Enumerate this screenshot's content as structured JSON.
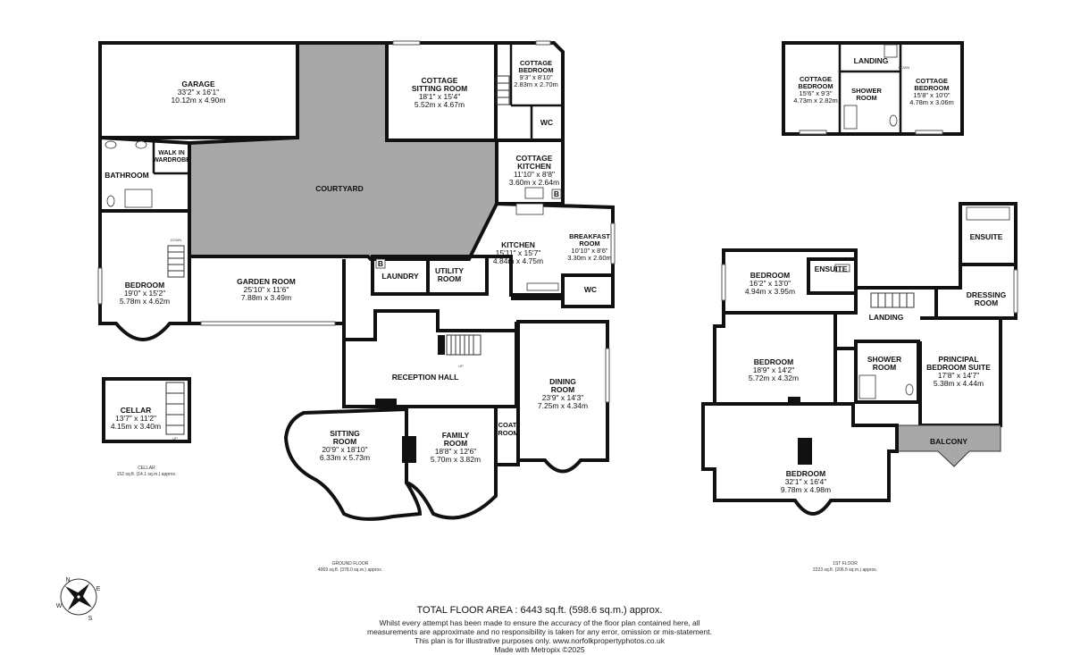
{
  "rooms": {
    "garage": {
      "name": "GARAGE",
      "imperial": "33'2\" x 16'1\"",
      "metric": "10.12m x 4.90m"
    },
    "cottage_sitting": {
      "name1": "COTTAGE",
      "name2": "SITTING ROOM",
      "imperial": "18'1\" x 15'4\"",
      "metric": "5.52m x 4.67m"
    },
    "cottage_bedroom_gf": {
      "name1": "COTTAGE",
      "name2": "BEDROOM",
      "imperial": "9'3\" x 8'10\"",
      "metric": "2.83m x 2.70m"
    },
    "wc_cottage": {
      "name": "WC"
    },
    "cottage_kitchen": {
      "name1": "COTTAGE",
      "name2": "KITCHEN",
      "imperial": "11'10\" x 8'8\"",
      "metric": "3.60m x 2.64m"
    },
    "courtyard": {
      "name": "COURTYARD"
    },
    "walk_in_wardrobe": {
      "name1": "WALK IN",
      "name2": "WARDROBE"
    },
    "bathroom": {
      "name": "BATHROOM"
    },
    "bedroom_gf": {
      "name": "BEDROOM",
      "imperial": "19'0\" x 15'2\"",
      "metric": "5.78m x 4.62m"
    },
    "garden_room": {
      "name": "GARDEN ROOM",
      "imperial": "25'10\" x 11'6\"",
      "metric": "7.88m x 3.49m"
    },
    "laundry": {
      "name": "LAUNDRY"
    },
    "utility": {
      "name1": "UTILITY",
      "name2": "ROOM"
    },
    "kitchen": {
      "name": "KITCHEN",
      "imperial": "15'11\" x 15'7\"",
      "metric": "4.84m x 4.75m"
    },
    "breakfast": {
      "name1": "BREAKFAST",
      "name2": "ROOM",
      "imperial": "10'10\" x 8'6\"",
      "metric": "3.30m x 2.60m"
    },
    "wc_main": {
      "name": "WC"
    },
    "reception_hall": {
      "name": "RECEPTION HALL"
    },
    "dining": {
      "name1": "DINING",
      "name2": "ROOM",
      "imperial": "23'9\" x 14'3\"",
      "metric": "7.25m x 4.34m"
    },
    "sitting": {
      "name1": "SITTING",
      "name2": "ROOM",
      "imperial": "20'9\" x 18'10\"",
      "metric": "6.33m x 5.73m"
    },
    "family": {
      "name1": "FAMILY",
      "name2": "ROOM",
      "imperial": "18'8\" x 12'6\"",
      "metric": "5.70m x 3.82m"
    },
    "coat_room": {
      "name1": "COAT-",
      "name2": "ROOM"
    },
    "cellar": {
      "name": "CELLAR",
      "imperial": "13'7\" x 11'2\"",
      "metric": "4.15m x 3.40m"
    },
    "cottage_bedroom_1": {
      "name1": "COTTAGE",
      "name2": "BEDROOM",
      "imperial": "15'6\" x 9'3\"",
      "metric": "4.73m x 2.82m"
    },
    "landing_cottage": {
      "name": "LANDING"
    },
    "shower_cottage": {
      "name1": "SHOWER",
      "name2": "ROOM"
    },
    "cottage_bedroom_2": {
      "name1": "COTTAGE",
      "name2": "BEDROOM",
      "imperial": "15'8\" x 10'0\"",
      "metric": "4.78m x 3.06m"
    },
    "ensuite_top": {
      "name": "ENSUITE"
    },
    "bedroom_ff_1": {
      "name": "BEDROOM",
      "imperial": "16'2\" x 13'0\"",
      "metric": "4.94m x 3.95m"
    },
    "ensuite_mid": {
      "name": "ENSUITE"
    },
    "dressing": {
      "name1": "DRESSING",
      "name2": "ROOM"
    },
    "landing_ff": {
      "name": "LANDING"
    },
    "bedroom_ff_2": {
      "name": "BEDROOM",
      "imperial": "18'9\" x 14'2\"",
      "metric": "5.72m x 4.32m"
    },
    "shower_ff": {
      "name1": "SHOWER",
      "name2": "ROOM"
    },
    "principal": {
      "name1": "PRINCIPAL",
      "name2": "BEDROOM SUITE",
      "imperial": "17'8\" x 14'7\"",
      "metric": "5.38m x 4.44m"
    },
    "balcony": {
      "name": "BALCONY"
    },
    "bedroom_ff_3": {
      "name": "BEDROOM",
      "imperial": "32'1\" x 16'4\"",
      "metric": "9.78m x 4.98m"
    }
  },
  "floors": {
    "cellar": {
      "label": "CELLAR",
      "area": "152 sq.ft. (14.1 sq.m.) approx."
    },
    "ground": {
      "label": "GROUND FLOOR",
      "area": "4069 sq.ft. (378.0 sq.m.) approx."
    },
    "first": {
      "label": "1ST FLOOR",
      "area": "2223 sq.ft. (206.5 sq.m.) approx."
    }
  },
  "stair_labels": {
    "down": "DOWN",
    "up": "UP"
  },
  "fixture_labels": {
    "boiler": "B"
  },
  "compass": {
    "n": "N",
    "e": "E",
    "s": "S",
    "w": "W"
  },
  "footer": {
    "total": "TOTAL FLOOR AREA : 6443 sq.ft. (598.6 sq.m.) approx.",
    "line1": "Whilst every attempt has been made to ensure the accuracy of the floor plan contained here, all",
    "line2": "measurements are approximate and no responsibility is taken for any error, omission or mis-statement.",
    "line3": "This plan is for illustrative purposes only. www.norfolkpropertyphotos.co.uk",
    "line4": "Made with Metropix ©2025"
  }
}
